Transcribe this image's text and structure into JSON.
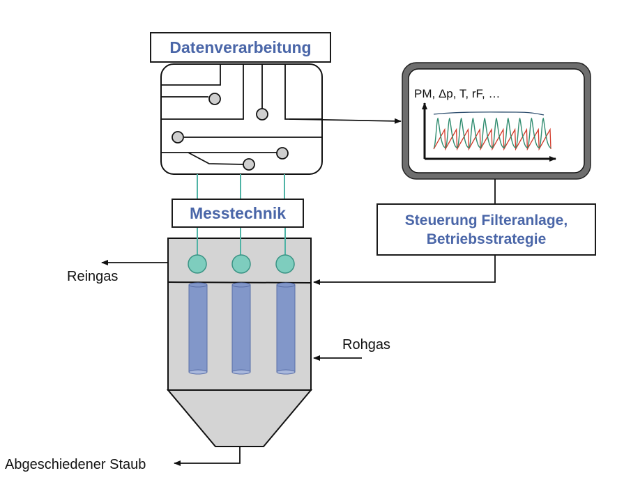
{
  "labels": {
    "datenverarbeitung": "Datenverarbeitung",
    "messtechnik": "Messtechnik",
    "steuerung_line1": "Steuerung Filteranlage,",
    "steuerung_line2": "Betriebsstrategie",
    "reingas": "Reingas",
    "rohgas": "Rohgas",
    "staub": "Abgeschiedener Staub",
    "monitor_text": "PM, Δp, T, rF, …"
  },
  "colors": {
    "title_blue": "#4a66a8",
    "sensor_teal": "#7ecdbe",
    "filter_blue": "#8297c9",
    "housing_grey": "#d4d4d4",
    "monitor_frame": "#6e6e6e",
    "plot_green": "#2e8b6e",
    "plot_red": "#d23a2a",
    "plot_baseline": "#2f4f6f"
  }
}
